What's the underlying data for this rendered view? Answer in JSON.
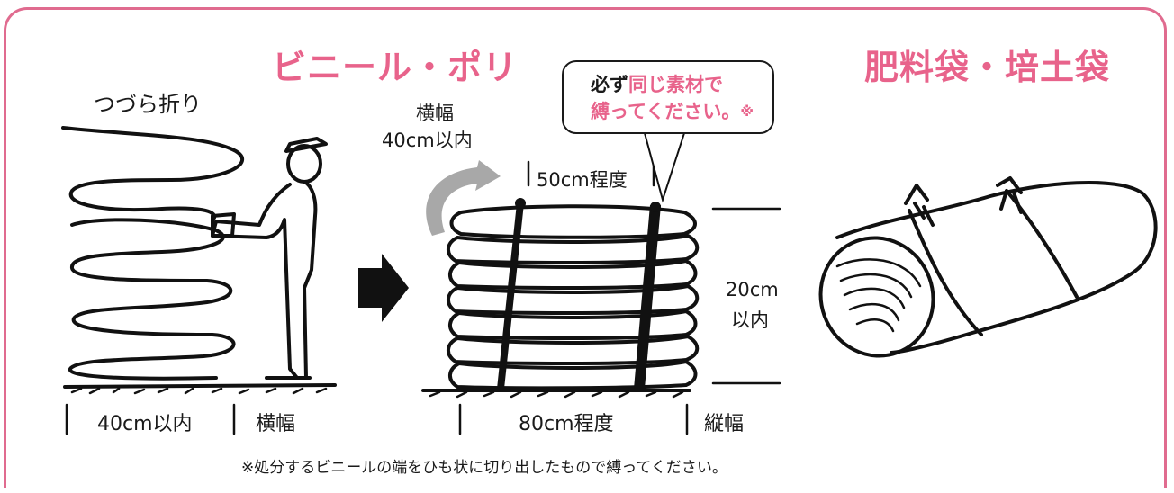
{
  "titles": {
    "vinyl": "ビニール・ポリ",
    "fertilizer": "肥料袋・培土袋"
  },
  "labels": {
    "zigzag_fold": "つづら折り",
    "width_top_line1": "横幅",
    "width_top_line2": "40cm以内",
    "bundle_width": "50cm程度",
    "height_line1": "20cm",
    "height_line2": "以内",
    "bottom_left_value": "40cm以内",
    "bottom_left_label": "横幅",
    "bottom_mid_value": "80cm程度",
    "bottom_mid_label": "縦幅"
  },
  "bubble": {
    "line1_plain": "必ず",
    "line1_pink": "同じ素材で",
    "line2": "縛ってください。",
    "line2_mark": "※"
  },
  "note": "※処分するビニールの端をひも状に切り出したもので縛ってください。",
  "colors": {
    "accent": "#e8638b",
    "border": "#e06b8f",
    "arrow_gray": "#a8a8a8",
    "ink": "#111111"
  },
  "icons": {
    "person": "person-folding-icon",
    "next_arrow": "right-arrow-icon",
    "curved_arrow": "curved-arrow-icon",
    "bundle": "vinyl-bundle-icon",
    "rolled_bag": "rolled-bag-icon"
  }
}
